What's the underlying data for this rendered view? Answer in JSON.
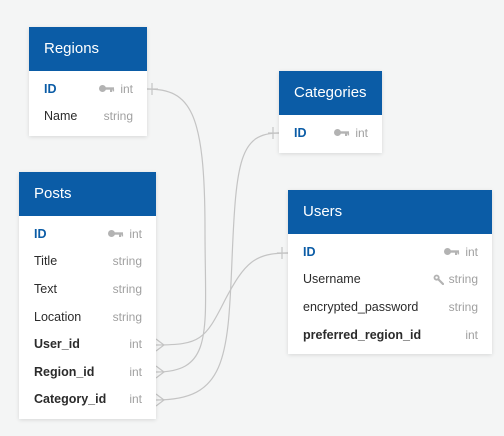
{
  "colors": {
    "header": "#0b5ca6",
    "pk_text": "#0b5ca6",
    "connector": "#c4c4c4",
    "background": "#f4f5f5"
  },
  "tables": {
    "regions": {
      "title": "Regions",
      "fields": [
        {
          "name": "ID",
          "type": "int",
          "icon": "key-icon"
        },
        {
          "name": "Name",
          "type": "string"
        }
      ]
    },
    "categories": {
      "title": "Categories",
      "fields": [
        {
          "name": "ID",
          "type": "int",
          "icon": "key-icon"
        }
      ]
    },
    "posts": {
      "title": "Posts",
      "fields": [
        {
          "name": "ID",
          "type": "int",
          "icon": "key-icon"
        },
        {
          "name": "Title",
          "type": "string"
        },
        {
          "name": "Text",
          "type": "string"
        },
        {
          "name": "Location",
          "type": "string"
        },
        {
          "name": "User_id",
          "type": "int"
        },
        {
          "name": "Region_id",
          "type": "int"
        },
        {
          "name": "Category_id",
          "type": "int"
        }
      ]
    },
    "users": {
      "title": "Users",
      "fields": [
        {
          "name": "ID",
          "type": "int",
          "icon": "key-icon"
        },
        {
          "name": "Username",
          "type": "string",
          "icon": "wrench-icon"
        },
        {
          "name": "encrypted_password",
          "type": "string"
        },
        {
          "name": "preferred_region_id",
          "type": "int"
        }
      ]
    }
  },
  "relations": [
    {
      "from": "posts.User_id",
      "to": "users.ID",
      "from_end": "many",
      "to_end": "one"
    },
    {
      "from": "posts.Region_id",
      "to": "regions.ID",
      "from_end": "many",
      "to_end": "one"
    },
    {
      "from": "posts.Category_id",
      "to": "categories.ID",
      "from_end": "many",
      "to_end": "one"
    }
  ]
}
